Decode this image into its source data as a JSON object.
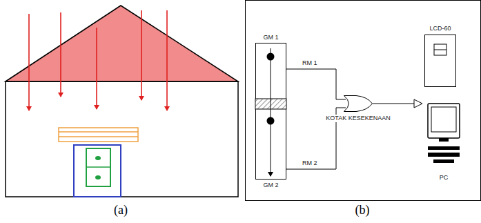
{
  "diagram": {
    "nodes": [
      {
        "text": [
          "GM 1"
        ]
      },
      {
        "text": [
          "GM 2"
        ]
      },
      {
        "text": [
          "KOTAK KESEKENAAN"
        ]
      },
      {
        "text": [
          "LCD-60"
        ]
      },
      {
        "text": [
          "PC"
        ]
      }
    ],
    "edges": [
      {
        "from": 0,
        "to": 2,
        "label": "RM 1",
        "arrow": "none"
      },
      {
        "from": 1,
        "to": 2,
        "label": "RM 2",
        "arrow": "none"
      }
    ],
    "labels": [
      "(a)",
      "(b)"
    ]
  }
}
